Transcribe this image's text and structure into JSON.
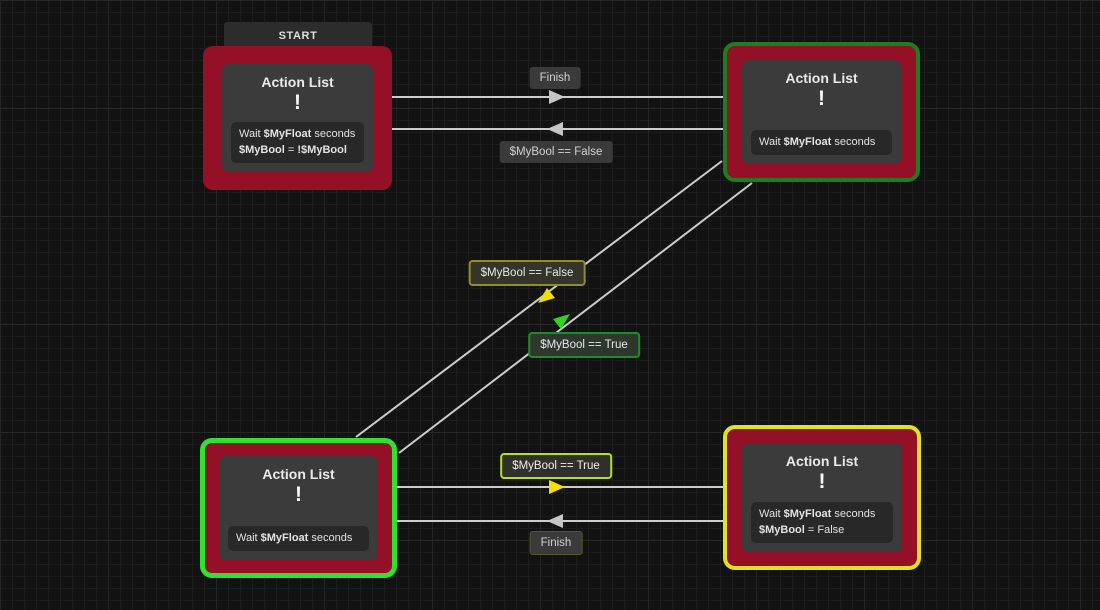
{
  "canvas": {
    "background_color": "#121212",
    "grid_minor_color": "#1c1c1c",
    "grid_major_color": "#262626"
  },
  "nodes": [
    {
      "key": "start",
      "tab_label": "START",
      "title": "Action List",
      "icon": "!",
      "frame_color": "#941027",
      "outline_color": "none",
      "lines": [
        {
          "a": "Wait ",
          "b": "$MyFloat",
          "c": " seconds"
        },
        {
          "a": "$MyBool",
          "b": " = ",
          "c": "!$MyBool"
        }
      ]
    },
    {
      "key": "top-right",
      "title": "Action List",
      "icon": "!",
      "frame_color": "#941027",
      "outline_color": "#1f7c1f",
      "lines": [
        {
          "a": "Wait ",
          "b": "$MyFloat",
          "c": " seconds"
        }
      ]
    },
    {
      "key": "bottom-left",
      "title": "Action List",
      "icon": "!",
      "frame_color": "#941027",
      "outline_color": "#2fe22f",
      "lines": [
        {
          "a": "Wait ",
          "b": "$MyFloat",
          "c": " seconds"
        }
      ]
    },
    {
      "key": "bottom-right",
      "title": "Action List",
      "icon": "!",
      "frame_color": "#941027",
      "outline_color": "#e2e222",
      "lines": [
        {
          "a": "Wait ",
          "b": "$MyFloat",
          "c": " seconds"
        },
        {
          "a": "$MyBool",
          "b": " = False",
          "c": ""
        }
      ]
    }
  ],
  "edges": [
    {
      "label": "Finish",
      "from": "start",
      "to": "top-right",
      "direction": "right",
      "arrow_color": "#c6c6c6"
    },
    {
      "label": "$MyBool == False",
      "from": "top-right",
      "to": "start",
      "direction": "left",
      "arrow_color": "#c6c6c6"
    },
    {
      "label": "$MyBool == False",
      "from": "top-right",
      "to": "bottom-left",
      "direction": "down-left",
      "arrow_color": "#f2df04"
    },
    {
      "label": "$MyBool == True",
      "from": "bottom-left",
      "to": "top-right",
      "direction": "up-right",
      "arrow_color": "#2fd41c"
    },
    {
      "label": "$MyBool == True",
      "from": "bottom-left",
      "to": "bottom-right",
      "direction": "right",
      "arrow_color": "#f2df04"
    },
    {
      "label": "Finish",
      "from": "bottom-right",
      "to": "bottom-left",
      "direction": "left",
      "arrow_color": "#c6c6c6"
    }
  ],
  "colors": {
    "edge_line": "#cdcdcd",
    "node_red": "#941027",
    "panel_gray": "#3b3b3b",
    "selected_green_dark": "#1f7c1f",
    "selected_green_bright": "#2fe22f",
    "selected_yellow": "#e2e222",
    "label_olive_border": "#8f8f1e",
    "label_green_border": "#1e8c26",
    "label_lime_border": "#b2e02c"
  }
}
